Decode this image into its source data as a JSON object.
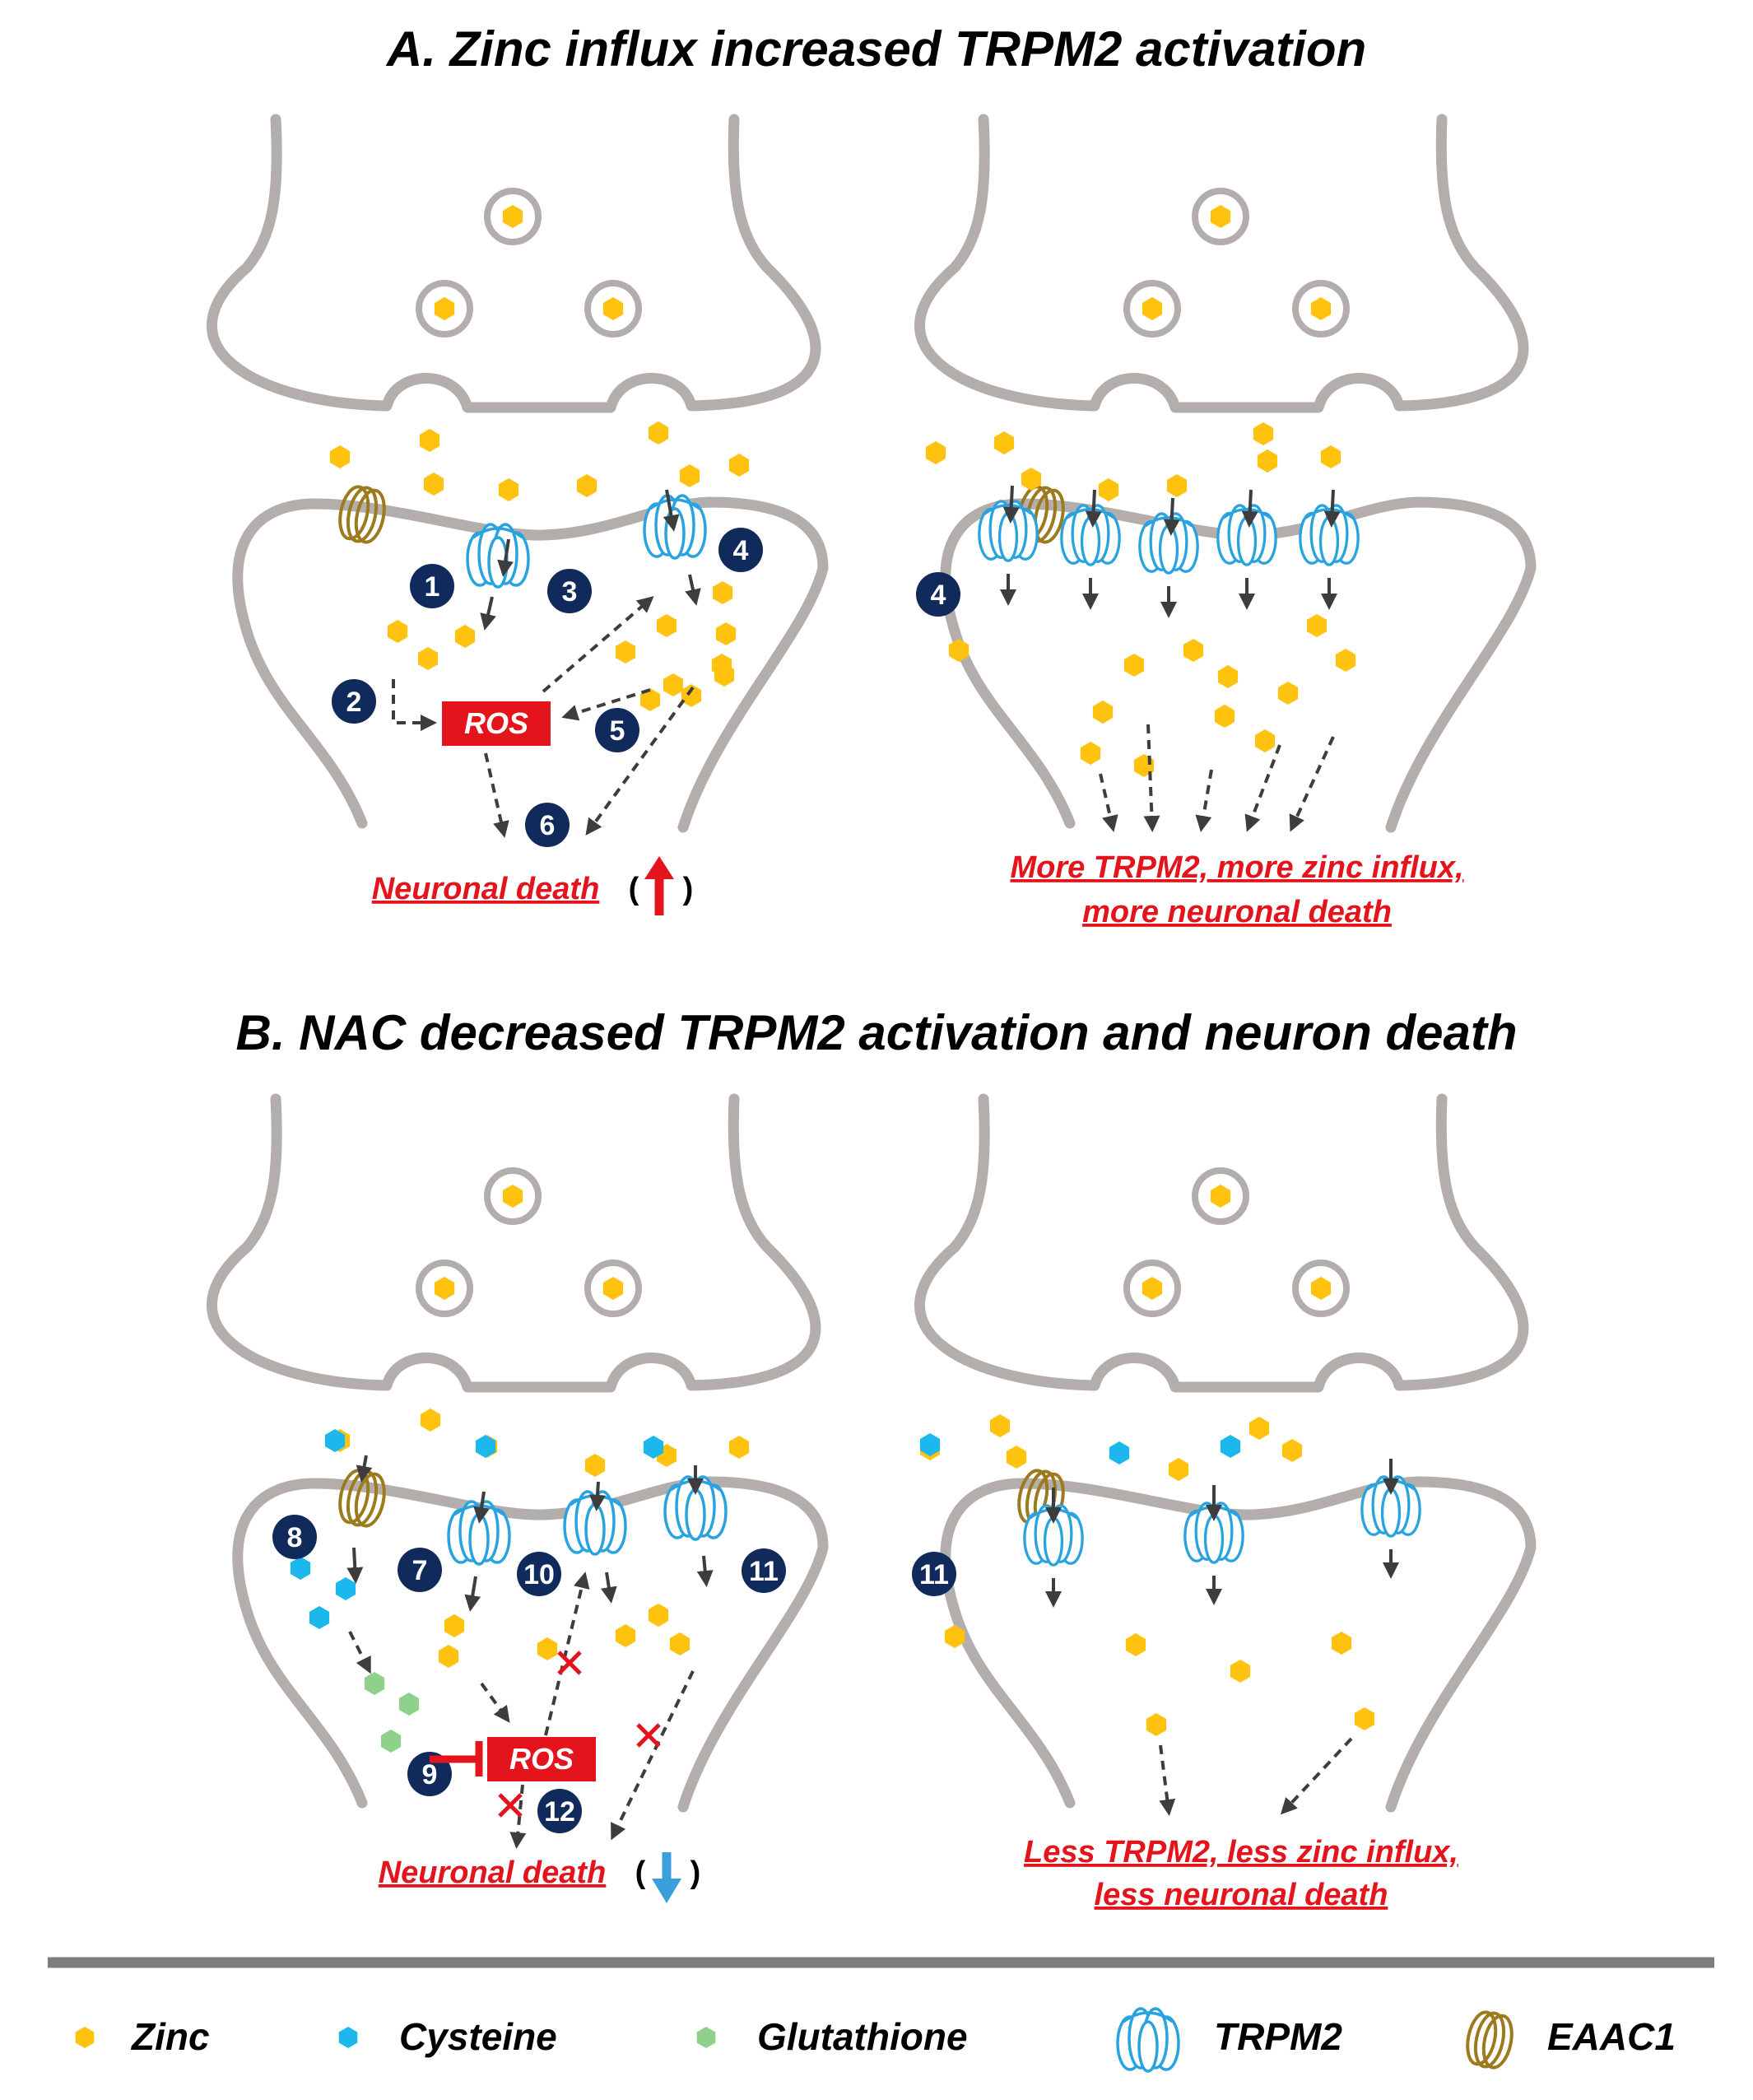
{
  "panel_a": {
    "title": "A. Zinc influx increased TRPM2 activation",
    "left_caption": "Neuronal death",
    "left_indicator": "increase",
    "right_caption_line1": "More TRPM2, more zinc influx,",
    "right_caption_line2": "more neuronal death",
    "steps": [
      "1",
      "2",
      "3",
      "4",
      "5",
      "6"
    ],
    "right_step": "4",
    "ros_label": "ROS"
  },
  "panel_b": {
    "title": "B. NAC decreased TRPM2 activation and neuron death",
    "left_caption": "Neuronal death",
    "left_indicator": "decrease",
    "right_caption_line1": "Less TRPM2, less zinc influx,",
    "right_caption_line2": "less neuronal death",
    "steps": [
      "7",
      "8",
      "9",
      "10",
      "11",
      "12"
    ],
    "right_step": "11",
    "ros_label": "ROS"
  },
  "legend": {
    "zinc": "Zinc",
    "cysteine": "Cysteine",
    "glutathione": "Glutathione",
    "trpm2": "TRPM2",
    "eaac1": "EAAC1"
  },
  "colors": {
    "zinc": "#ffc20e",
    "cysteine": "#1cb7ec",
    "glutathione": "#8fd18b",
    "trpm2": "#29a3e0",
    "eaac1": "#9c7a1e",
    "ros": "#e3141b",
    "step_badge": "#102a5c",
    "membrane": "#b3aeab",
    "caption": "#e3141b",
    "increase_arrow": "#e3141b",
    "decrease_arrow": "#3aa0dc"
  },
  "icons": {
    "zinc": "hexagon-icon",
    "cysteine": "hexagon-icon",
    "glutathione": "hexagon-icon",
    "trpm2": "channel-icon",
    "eaac1": "transporter-icon",
    "increase": "up-arrow-icon",
    "decrease": "down-arrow-icon",
    "inhibit": "blunt-arrow-icon",
    "blocked": "x-mark-icon"
  }
}
